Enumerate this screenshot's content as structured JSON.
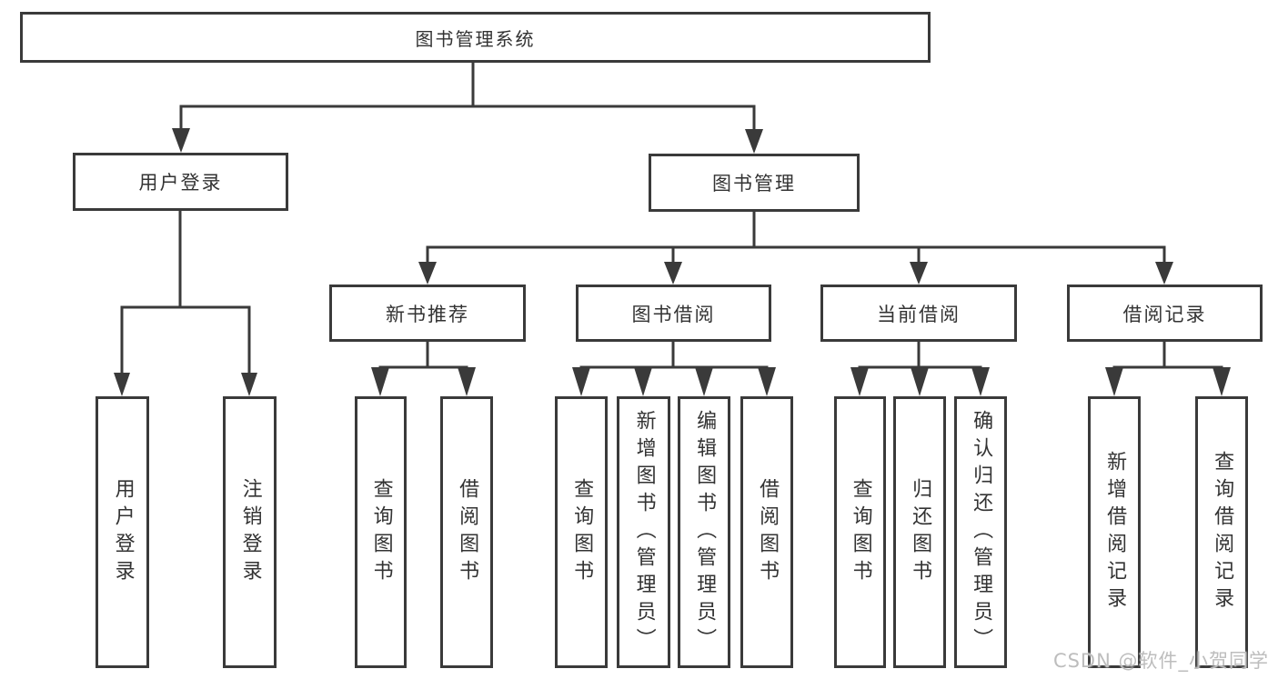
{
  "diagram": {
    "root": {
      "label": "图书管理系统"
    },
    "user_login": {
      "label": "用户登录",
      "children": [
        {
          "label": "用户登录"
        },
        {
          "label": "注销登录"
        }
      ]
    },
    "book_mgmt": {
      "label": "图书管理",
      "sections": [
        {
          "label": "新书推荐",
          "children": [
            {
              "label": "查询图书"
            },
            {
              "label": "借阅图书"
            }
          ]
        },
        {
          "label": "图书借阅",
          "children": [
            {
              "label": "查询图书"
            },
            {
              "label": "新增图书（管理员）"
            },
            {
              "label": "编辑图书（管理员）"
            },
            {
              "label": "借阅图书"
            }
          ]
        },
        {
          "label": "当前借阅",
          "children": [
            {
              "label": "查询图书"
            },
            {
              "label": "归还图书"
            },
            {
              "label": "确认归还（管理员）"
            }
          ]
        },
        {
          "label": "借阅记录",
          "children": [
            {
              "label": "新增借阅记录"
            },
            {
              "label": "查询借阅记录"
            }
          ]
        }
      ]
    }
  },
  "watermark": {
    "text": "CSDN @软件_小贺同学"
  },
  "colors": {
    "line": "#3a3a3a",
    "text": "#333333",
    "watermark": "#bdbdbd",
    "background": "#ffffff"
  }
}
